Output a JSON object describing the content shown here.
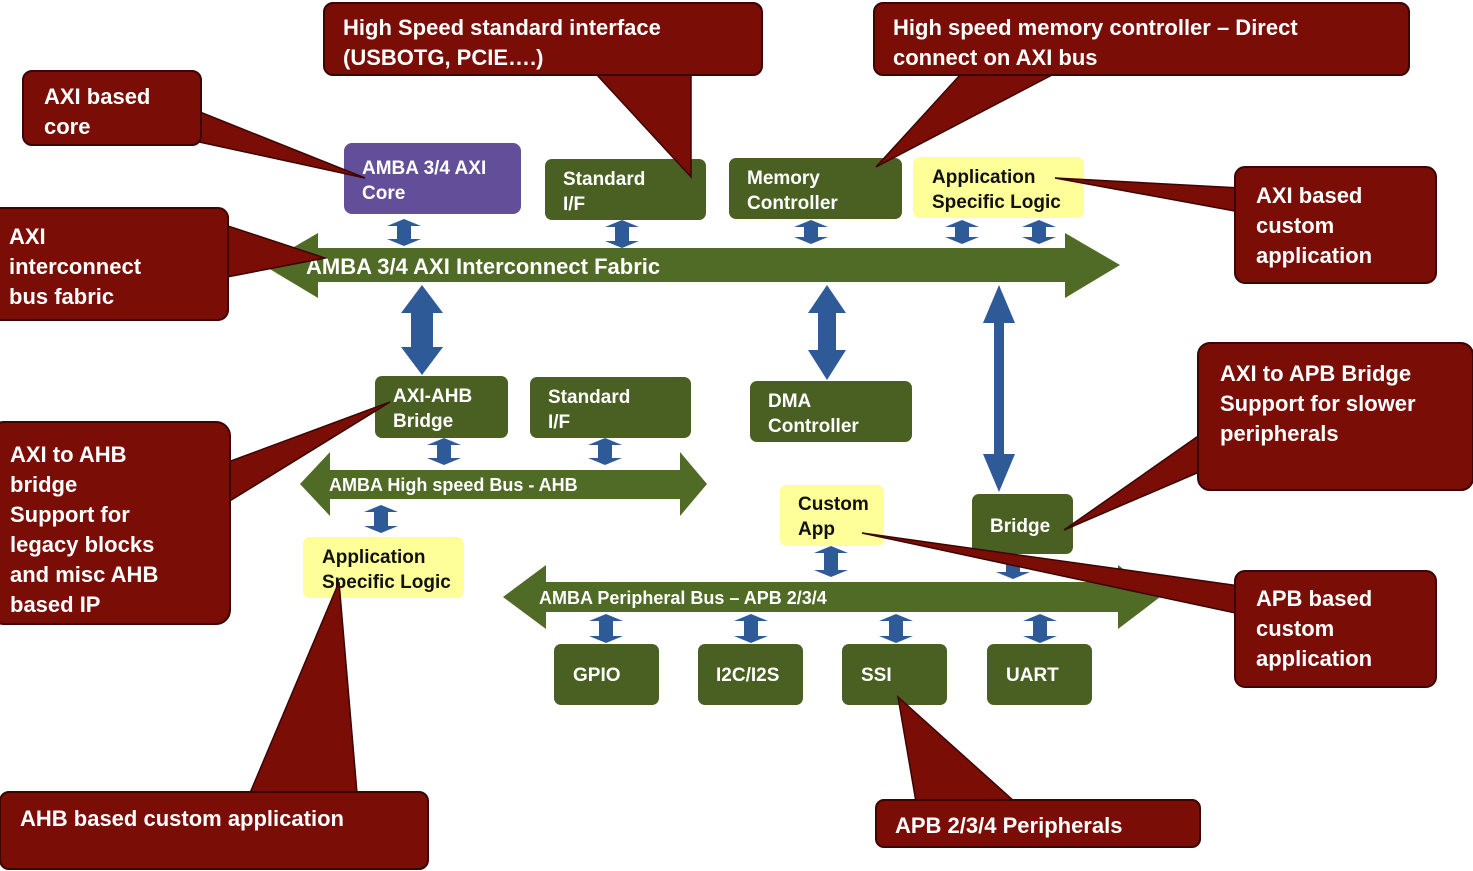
{
  "colors": {
    "callout": "#7a0d05",
    "callout_border": "#3a0502",
    "green_block": "#4a6022",
    "bus": "#4f6b26",
    "purple_block": "#634f99",
    "yellow_block": "#ffff99",
    "link_arrow": "#2f5a98"
  },
  "callouts": {
    "hs_interface": [
      "High Speed standard interface",
      "(USBOTG, PCIE….)"
    ],
    "mem_ctrl": [
      "High speed memory controller – Direct",
      "connect on AXI bus"
    ],
    "axi_core": [
      "AXI based",
      "core"
    ],
    "axi_fabric": [
      "AXI",
      "interconnect",
      "bus fabric"
    ],
    "axi_custom": [
      "AXI based",
      "custom",
      "application"
    ],
    "axi_apb": [
      "AXI to APB Bridge",
      "Support for slower",
      "peripherals"
    ],
    "axi_ahb": [
      "AXI to AHB",
      "bridge",
      "Support for",
      "legacy blocks",
      "and misc AHB",
      "based IP"
    ],
    "apb_custom": [
      "APB based",
      "custom",
      "application"
    ],
    "ahb_custom": [
      "AHB based custom application"
    ],
    "apb_periph": [
      "APB 2/3/4 Peripherals"
    ]
  },
  "blocks": {
    "axi_core": [
      "AMBA 3/4 AXI",
      "Core"
    ],
    "std_if_top": [
      "Standard",
      "I/F"
    ],
    "mem_ctrl": [
      "Memory",
      "Controller"
    ],
    "app_logic_top": [
      "Application",
      "Specific Logic"
    ],
    "axi_ahb_bridge": [
      "AXI-AHB",
      "Bridge"
    ],
    "std_if_mid": [
      "Standard",
      "I/F"
    ],
    "dma": [
      "DMA",
      "Controller"
    ],
    "app_logic_ahb": [
      "Application",
      "Specific Logic"
    ],
    "custom_app": [
      "Custom",
      "App"
    ],
    "bridge": [
      "Bridge"
    ],
    "gpio": [
      "GPIO"
    ],
    "i2c": [
      "I2C/I2S"
    ],
    "ssi": [
      "SSI"
    ],
    "uart": [
      "UART"
    ]
  },
  "buses": {
    "axi": "AMBA 3/4 AXI Interconnect Fabric",
    "ahb": "AMBA High speed Bus - AHB",
    "apb": "AMBA Peripheral Bus – APB 2/3/4"
  }
}
